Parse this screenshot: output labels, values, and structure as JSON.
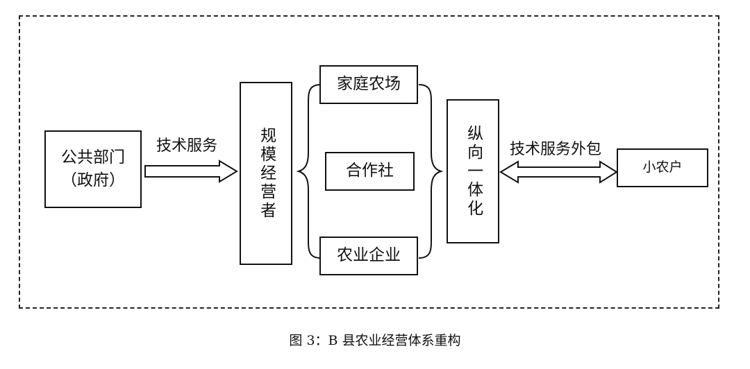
{
  "diagram": {
    "nodes": {
      "government": {
        "line1": "公共部门",
        "line2": "（政府）"
      },
      "large_scale": "规模经营者",
      "family_farm": "家庭农场",
      "coop": "合作社",
      "agri_enterprise": "农业企业",
      "vertical": "纵向一体化",
      "smallholder": "小农户"
    },
    "edges": {
      "tech_service": "技术服务",
      "tech_outsourcing": "技术服务外包"
    }
  },
  "caption": "图 3：B 县农业经营体系重构"
}
